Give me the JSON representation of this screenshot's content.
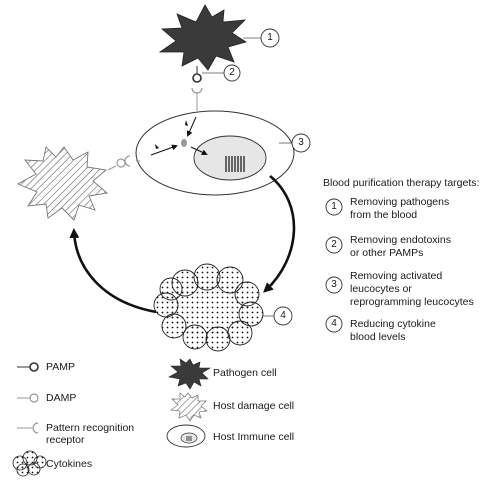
{
  "markers": {
    "pathogen": "1",
    "pamp": "2",
    "immune_cell": "3",
    "cytokines": "4"
  },
  "targets": {
    "title": "Blood purification therapy targets:",
    "items": [
      {
        "num": "1",
        "line1": "Removing pathogens",
        "line2": "from the blood",
        "line3": ""
      },
      {
        "num": "2",
        "line1": "Removing endotoxins",
        "line2": "or other PAMPs",
        "line3": ""
      },
      {
        "num": "3",
        "line1": "Removing activated",
        "line2": "leucocytes or",
        "line3": "reprogramming leucocytes"
      },
      {
        "num": "4",
        "line1": "Reducing cytokine",
        "line2": "blood levels",
        "line3": ""
      }
    ]
  },
  "legend": {
    "pamp": "PAMP",
    "damp": "DAMP",
    "prr_line1": "Pattern recognition",
    "prr_line2": "receptor",
    "cytokines": "Cytokines",
    "pathogen_cell": "Pathogen cell",
    "host_damage_cell": "Host damage cell",
    "host_immune_cell": "Host Immune cell"
  },
  "colors": {
    "pathogen_fill": "#3a3a3a",
    "nucleus_fill": "#e6e6e6",
    "line": "#1a1a1a",
    "faint_line": "#888888"
  }
}
